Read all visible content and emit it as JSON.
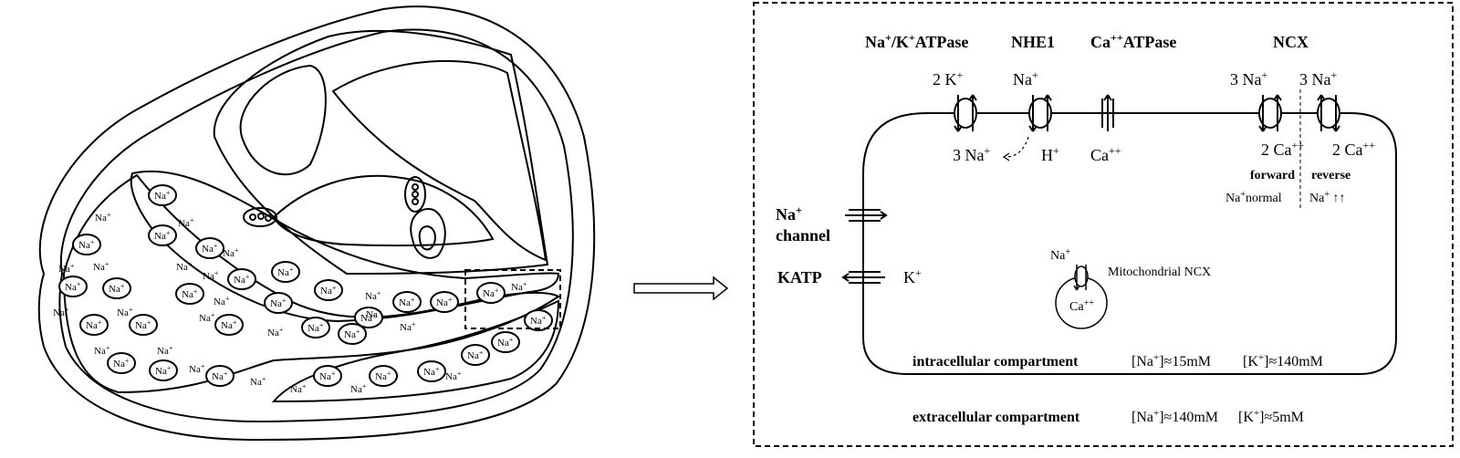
{
  "colors": {
    "stroke": "#000000",
    "background": "#ffffff"
  },
  "left_panel": {
    "ion_label": "Na",
    "ion_sup": "+",
    "cell_count": 29,
    "free_ion_count": 23
  },
  "arrow_icon": "right-arrow",
  "right_panel": {
    "transporters": {
      "nak_atpase": {
        "t1": "Na",
        "s1": "+",
        "t2": "/K",
        "s2": "+",
        "t3": "ATPase"
      },
      "nhe1": "NHE1",
      "ca_atpase": {
        "t1": "Ca",
        "s1": "++",
        "t2": "ATPase"
      },
      "ncx": "NCX"
    },
    "ions": {
      "nak_top": {
        "t1": "2 K",
        "s1": "+"
      },
      "nhe1_top": {
        "t1": "Na",
        "s1": "+"
      },
      "ncx_fwd_top": {
        "t1": "3 Na",
        "s1": "+"
      },
      "ncx_rev_top": {
        "t1": "3 Na",
        "s1": "+"
      },
      "nak_bottom": {
        "t1": "3 Na",
        "s1": "+"
      },
      "nhe1_bottom": {
        "t1": "H",
        "s1": "+"
      },
      "ca_bottom": {
        "t1": "Ca",
        "s1": "++"
      },
      "ncx_fwd_bottom": {
        "t1": "2 Ca",
        "s1": "++"
      },
      "ncx_rev_bottom": {
        "t1": "2 Ca",
        "s1": "++"
      }
    },
    "ncx_modes": {
      "forward": "forward",
      "reverse": "reverse",
      "forward_condition": {
        "t1": "Na",
        "s1": "+",
        "t2": "normal"
      },
      "reverse_condition": {
        "t1": "Na",
        "s1": "+",
        "t2": " ↑↑"
      }
    },
    "na_channel": {
      "t1": "Na",
      "s1": "+",
      "line2": "channel"
    },
    "katp": {
      "label": "KATP",
      "ion_t1": "K",
      "ion_s1": "+"
    },
    "mitochondria": {
      "label": "Mitochondrial NCX",
      "na_t1": "Na",
      "na_s1": "+",
      "ca_t1": "Ca",
      "ca_s1": "++"
    },
    "intracellular": {
      "label": "intracellular compartment",
      "na_t1": "[Na",
      "na_s1": "+",
      "na_t2": "]≈15mM",
      "k_t1": "[K",
      "k_s1": "+",
      "k_t2": "]≈140mM"
    },
    "extracellular": {
      "label": "extracellular compartment",
      "na_t1": "[Na",
      "na_s1": "+",
      "na_t2": "]≈140mM",
      "k_t1": "[K",
      "k_s1": "+",
      "k_t2": "]≈5mM"
    }
  }
}
